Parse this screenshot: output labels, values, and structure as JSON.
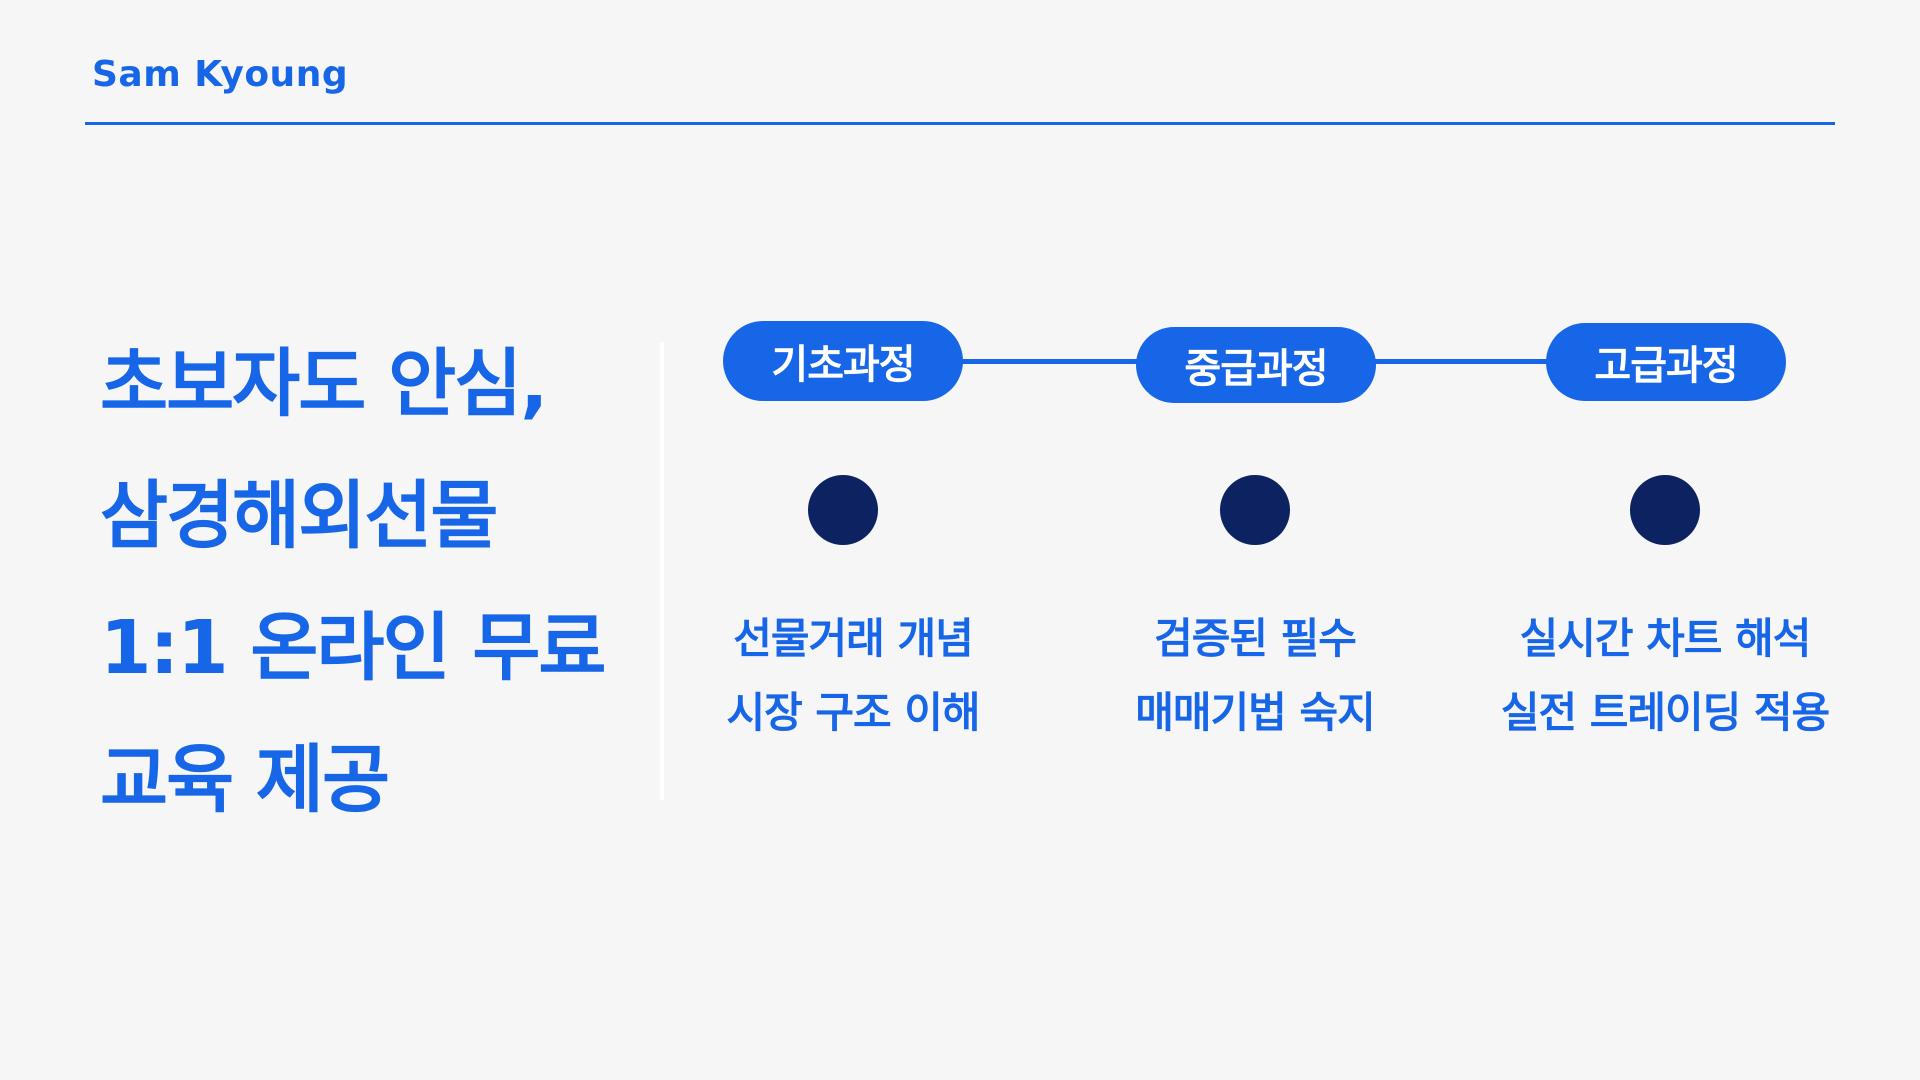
{
  "brand": {
    "name": "Sam Kyoung"
  },
  "colors": {
    "accent": "#1766e8",
    "dot": "#0d2260",
    "background": "#f6f6f6"
  },
  "headline": {
    "lines": [
      "초보자도 안심,",
      "삼경해외선물",
      "1:1 온라인 무료",
      "교육 제공"
    ]
  },
  "stages": [
    {
      "label": "기초과정",
      "lines": [
        "선물거래 개념",
        "시장 구조 이해"
      ]
    },
    {
      "label": "중급과정",
      "lines": [
        "검증된 필수",
        "매매기법 숙지"
      ]
    },
    {
      "label": "고급과정",
      "lines": [
        "실시간 차트 해석",
        "실전 트레이딩 적용"
      ]
    }
  ]
}
